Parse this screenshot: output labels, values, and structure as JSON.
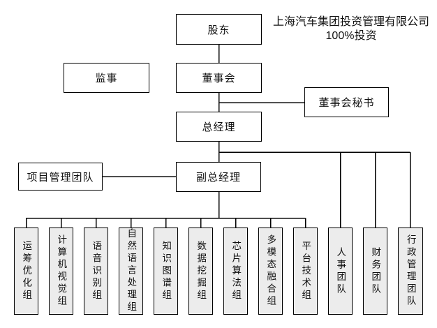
{
  "header": {
    "line1": "上海汽车集团投资管理有限公司",
    "line2": "100%投资"
  },
  "nodes": {
    "shareholder": "股东",
    "supervisor": "监事",
    "board": "董事会",
    "board_secretary": "董事会秘书",
    "general_manager": "总经理",
    "project_management_team": "项目管理团队",
    "deputy_general_manager": "副总经理"
  },
  "groups": [
    "运筹优化组",
    "计算机视觉组",
    "语音识别组",
    "自然语言处理组",
    "知识图谱组",
    "数据挖掘组",
    "芯片算法组",
    "多模态融合组",
    "平台技术组"
  ],
  "teams": [
    "人事团队",
    "财务团队",
    "行政管理团队"
  ],
  "colors": {
    "line": "#000000",
    "node_fill": "#ffffff",
    "group_fill": "#ececec",
    "text": "#111111",
    "background": "#ffffff"
  }
}
